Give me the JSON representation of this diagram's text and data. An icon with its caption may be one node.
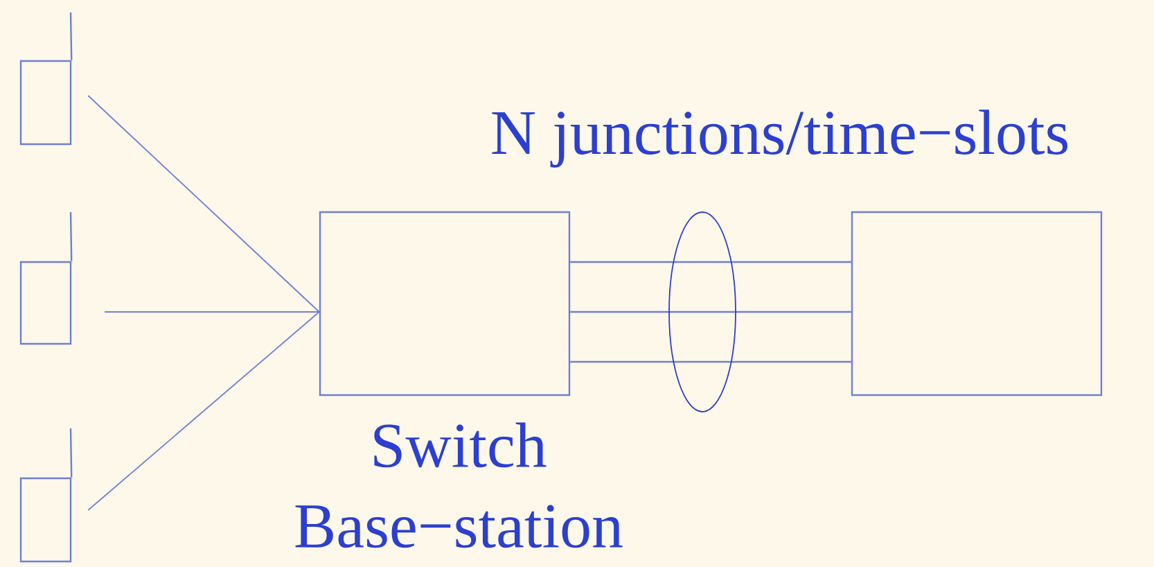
{
  "diagram": {
    "nodes": [
      {
        "text": [],
        "shape": "box"
      },
      {
        "text": [],
        "shape": "box"
      },
      {
        "text": [],
        "shape": "box"
      },
      {
        "text": [
          "Switch Base−station"
        ]
      },
      {
        "text": [],
        "shape": "box"
      }
    ],
    "edges": [
      {
        "from": 0,
        "to": 3,
        "arrow": "none"
      },
      {
        "from": 1,
        "to": 3,
        "arrow": "none"
      },
      {
        "from": 2,
        "to": 3,
        "arrow": "none"
      },
      {
        "from": 3,
        "to": 4,
        "arrow": "none"
      },
      {
        "from": 3,
        "to": 4,
        "arrow": "none"
      },
      {
        "from": 3,
        "to": 4,
        "arrow": "none"
      }
    ],
    "labels": [
      "N junctions/time−slots"
    ]
  }
}
